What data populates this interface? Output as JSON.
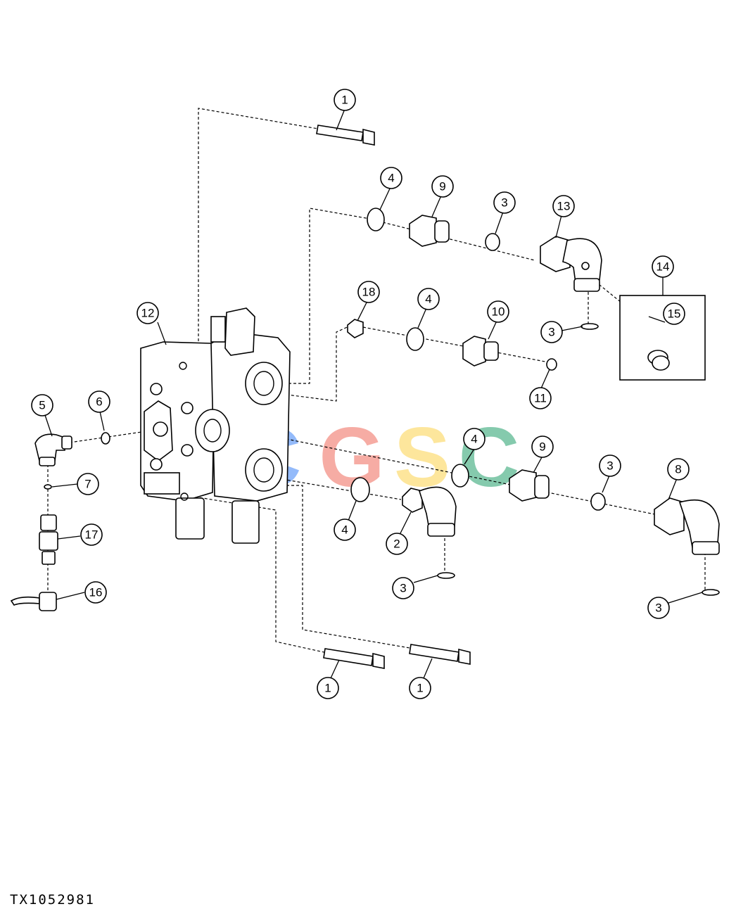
{
  "figure_id": "TX1052981",
  "watermark": {
    "letters": [
      {
        "char": "C",
        "color": "#3b82f6"
      },
      {
        "char": "G",
        "color": "#ef6a5b"
      },
      {
        "char": "S",
        "color": "#fcd34d"
      },
      {
        "char": "C",
        "color": "#22a06b"
      }
    ]
  },
  "callouts": [
    "1",
    "4",
    "9",
    "3",
    "13",
    "14",
    "15",
    "18",
    "4",
    "10",
    "3",
    "11",
    "12",
    "5",
    "6",
    "7",
    "17",
    "16",
    "4",
    "9",
    "3",
    "8",
    "4",
    "2",
    "3",
    "3",
    "1",
    "1"
  ]
}
